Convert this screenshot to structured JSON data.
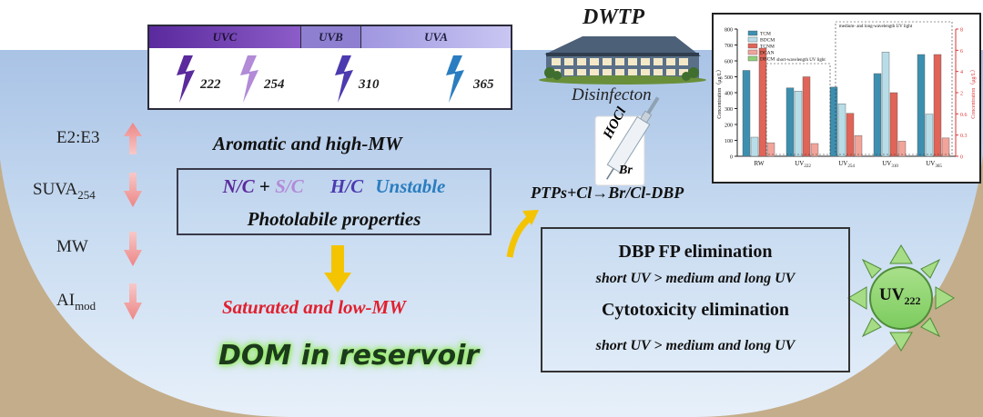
{
  "uv_bar": {
    "bands": [
      "UVC",
      "UVB",
      "UVA"
    ],
    "wavelengths": [
      "222",
      "254",
      "310",
      "365"
    ],
    "colors": [
      "#5b2a9c",
      "#b28ad8",
      "#4b3ab0",
      "#2a7dc0"
    ]
  },
  "dwtp": {
    "title": "DWTP",
    "caption": "Disinfecton"
  },
  "syringe": {
    "label_hocl": "HOCl",
    "label_br": "Br"
  },
  "indicators": [
    "E2:E3",
    "SUVA",
    "MW",
    "AI"
  ],
  "indicator_subs": [
    "254",
    "mod"
  ],
  "main": {
    "aromatic": "Aromatic and high-MW",
    "ratio_nc": "N/C",
    "plus": "+",
    "ratio_sc": "S/C",
    "ratio_hc": "H/C",
    "unstable": "Unstable",
    "photolabile": "Photolabile properties",
    "saturated": "Saturated and low-MW",
    "dom": "DOM in reservoir",
    "ptps": "PTPs+Cl→Br/Cl-DBP"
  },
  "dbp": {
    "fp_title": "DBP FP elimination",
    "fp_sub": "short UV > medium and long UV",
    "cyto_title": "Cytotoxicity elimination",
    "cyto_sub": "short UV > medium and long UV"
  },
  "sun": {
    "label": "UV",
    "sub": "222"
  },
  "chart_data": {
    "type": "bar",
    "categories": [
      "RW",
      "UV222",
      "UV254",
      "UV310",
      "UV365"
    ],
    "category_labels": [
      "RW",
      "UV",
      "UV",
      "UV",
      "UV"
    ],
    "category_subs": [
      "",
      "222",
      "254",
      "310",
      "365"
    ],
    "ylabel": "Concentration（μg/L）",
    "ylabel_right": "Concentration（μg/L）",
    "ylim": [
      0,
      800
    ],
    "yticks": [
      0,
      100,
      200,
      300,
      400,
      500,
      600,
      700,
      800
    ],
    "ylim_right": [
      0,
      8
    ],
    "yticks_right": [
      "0",
      "0.3",
      "0.6",
      "2",
      "4",
      "6",
      "8"
    ],
    "legend": [
      "TCM",
      "BDCM",
      "TCNM",
      "DCAN",
      "DBCM"
    ],
    "series_colors": [
      "#3d8fb0",
      "#b8dde8",
      "#e06458",
      "#f2a49a",
      "#8fcf7a"
    ],
    "series": [
      {
        "name": "TCM",
        "values": [
          540,
          430,
          435,
          520,
          640
        ]
      },
      {
        "name": "BDCM",
        "values": [
          120,
          410,
          330,
          655,
          265
        ]
      },
      {
        "name": "TCNM",
        "values": [
          680,
          500,
          270,
          400,
          640
        ]
      },
      {
        "name": "DCAN",
        "values": [
          85,
          80,
          130,
          95,
          115
        ]
      },
      {
        "name": "DBCM",
        "values": [
          0,
          0,
          0,
          0,
          0
        ]
      }
    ],
    "annotations": [
      "medium- and long-wavelength UV light",
      "short-wavelength UV light"
    ],
    "legend_position": "top-left"
  }
}
